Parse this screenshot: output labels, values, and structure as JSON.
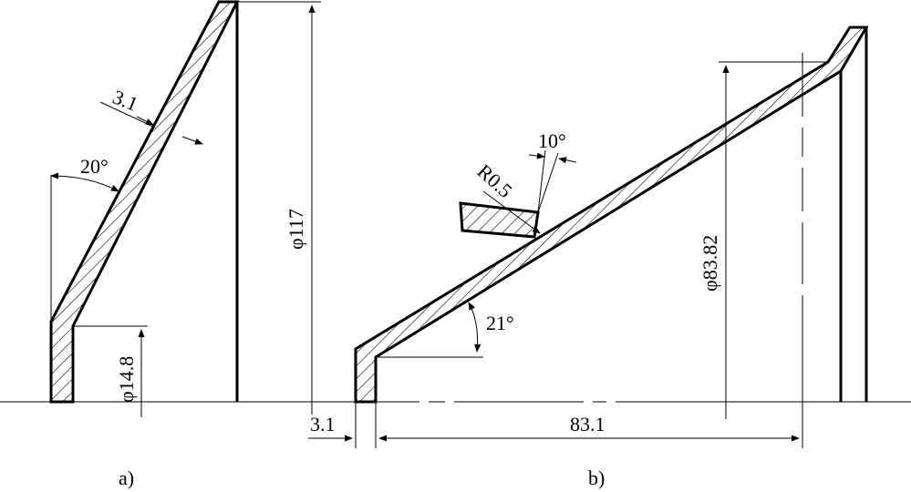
{
  "labels": {
    "a_thickness": "3.1",
    "a_angle": "20°",
    "a_dia_small": "φ14.8",
    "a_dia_large": "φ117",
    "b_radius": "R0.5",
    "b_tool_angle": "10°",
    "b_angle": "21°",
    "b_dia": "φ83.82",
    "b_thickness": "3.1",
    "b_length": "83.1",
    "caption_a": "a)",
    "caption_b": "b)"
  }
}
